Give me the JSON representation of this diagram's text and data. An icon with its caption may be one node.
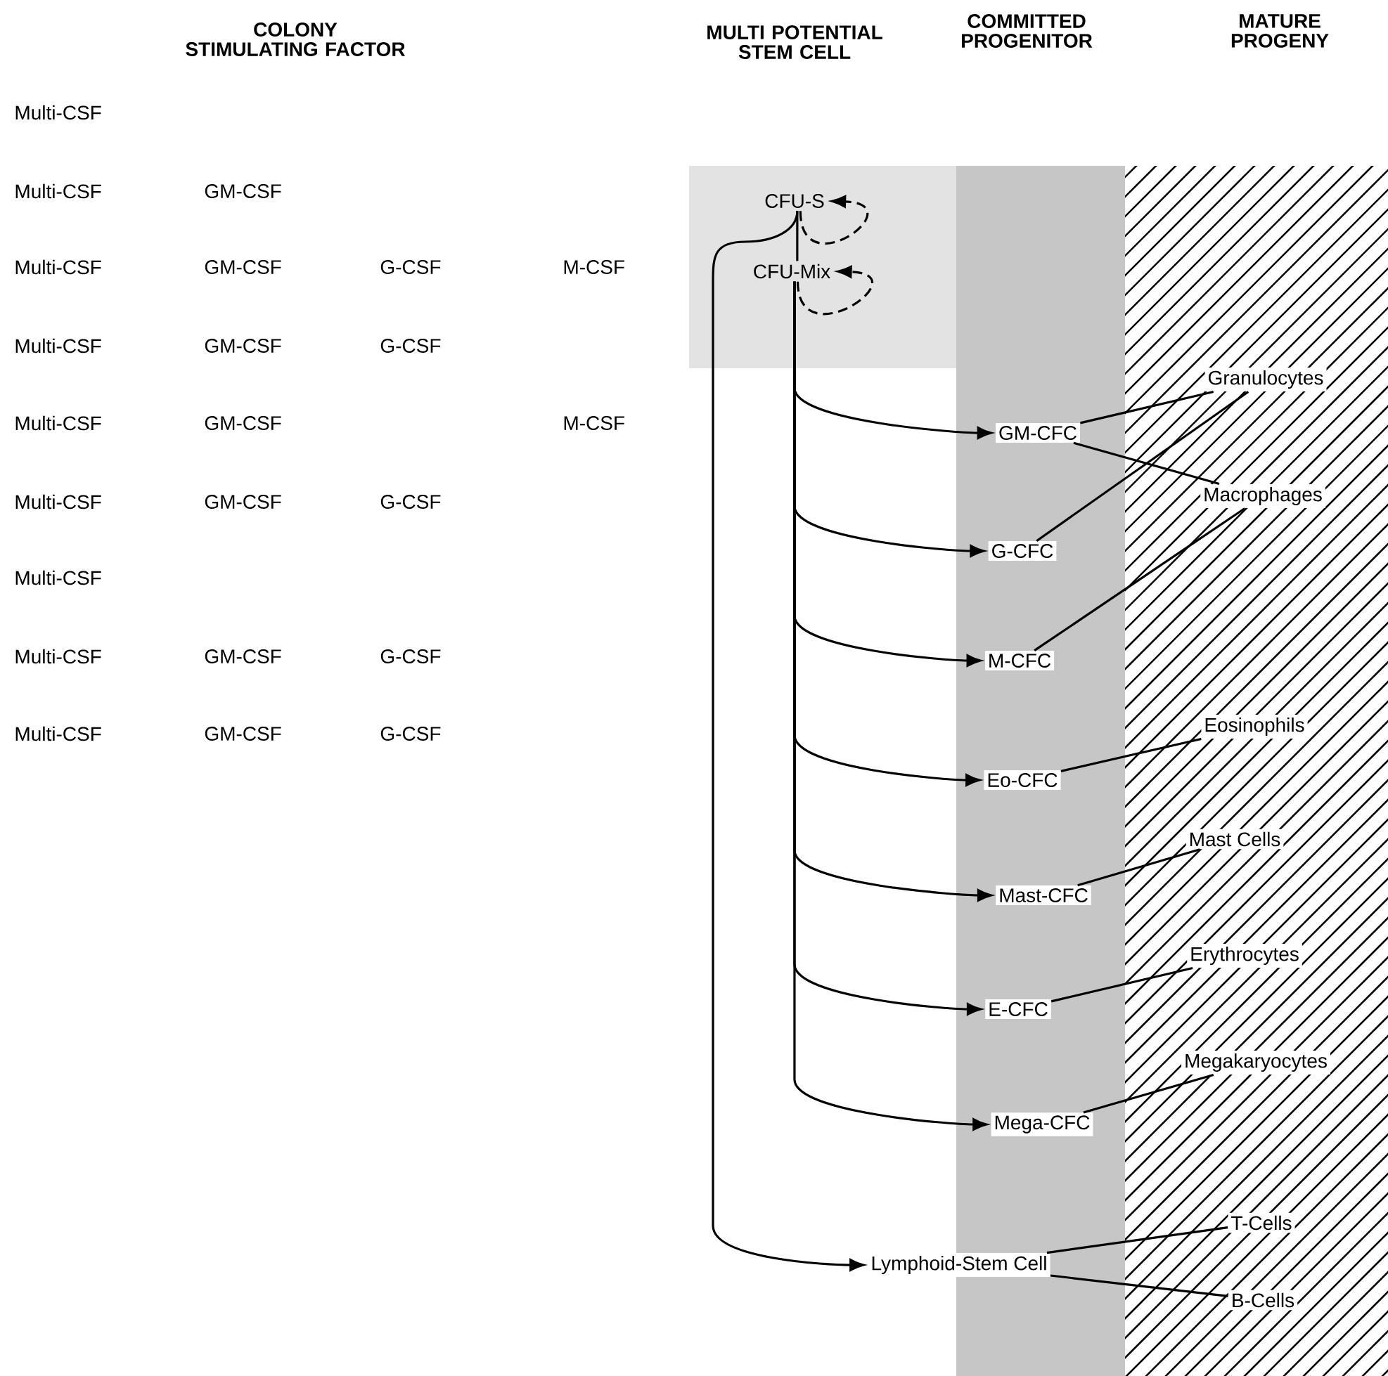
{
  "diagram": {
    "nodes": [
      {
        "text": [
          "CFU-S"
        ]
      },
      {
        "text": [
          "CFU-Mix"
        ]
      },
      {
        "text": [
          "GM-CFC"
        ]
      },
      {
        "text": [
          "G-CFC"
        ]
      },
      {
        "text": [
          "M-CFC"
        ]
      },
      {
        "text": [
          "Eo-CFC"
        ]
      },
      {
        "text": [
          "Mast-CFC"
        ]
      },
      {
        "text": [
          "E-CFC"
        ]
      },
      {
        "text": [
          "Mega-CFC"
        ]
      },
      {
        "text": [
          "Lymphoid-Stem Cell"
        ]
      },
      {
        "text": [
          "Granulocytes"
        ]
      },
      {
        "text": [
          "Macrophages"
        ]
      },
      {
        "text": [
          "Eosinophils"
        ]
      },
      {
        "text": [
          "Mast Cells"
        ]
      },
      {
        "text": [
          "Erythrocytes"
        ]
      },
      {
        "text": [
          "Megakaryocytes"
        ]
      },
      {
        "text": [
          "T-Cells"
        ]
      },
      {
        "text": [
          "B-Cells"
        ]
      }
    ],
    "edges": [
      {
        "from": 0,
        "to": 0,
        "arrow": "to",
        "style": "dashed"
      },
      {
        "from": 0,
        "to": 1,
        "arrow": "none"
      },
      {
        "from": 0,
        "to": 9,
        "arrow": "to"
      },
      {
        "from": 1,
        "to": 1,
        "arrow": "to",
        "style": "dashed"
      },
      {
        "from": 1,
        "to": 2,
        "arrow": "to"
      },
      {
        "from": 1,
        "to": 3,
        "arrow": "to"
      },
      {
        "from": 1,
        "to": 4,
        "arrow": "to"
      },
      {
        "from": 1,
        "to": 5,
        "arrow": "to"
      },
      {
        "from": 1,
        "to": 6,
        "arrow": "to"
      },
      {
        "from": 1,
        "to": 7,
        "arrow": "to"
      },
      {
        "from": 1,
        "to": 8,
        "arrow": "to"
      },
      {
        "from": 2,
        "to": 10,
        "arrow": "none"
      },
      {
        "from": 2,
        "to": 11,
        "arrow": "none"
      },
      {
        "from": 3,
        "to": 10,
        "arrow": "none"
      },
      {
        "from": 4,
        "to": 11,
        "arrow": "none"
      },
      {
        "from": 5,
        "to": 12,
        "arrow": "none"
      },
      {
        "from": 6,
        "to": 13,
        "arrow": "none"
      },
      {
        "from": 7,
        "to": 14,
        "arrow": "none"
      },
      {
        "from": 8,
        "to": 15,
        "arrow": "none"
      },
      {
        "from": 9,
        "to": 16,
        "arrow": "none"
      },
      {
        "from": 9,
        "to": 17,
        "arrow": "none"
      }
    ],
    "labels": [
      "COLONY STIMULATING FACTOR",
      "MULTI POTENTIAL STEM CELL",
      "COMMITTED PROGENITOR",
      "MATURE PROGENY",
      "Multi-CSF",
      "Multi-CSF",
      "GM-CSF",
      "Multi-CSF",
      "GM-CSF",
      "G-CSF",
      "M-CSF",
      "Multi-CSF",
      "GM-CSF",
      "G-CSF",
      "Multi-CSF",
      "GM-CSF",
      "M-CSF",
      "Multi-CSF",
      "GM-CSF",
      "G-CSF",
      "Multi-CSF",
      "Multi-CSF",
      "GM-CSF",
      "G-CSF",
      "Multi-CSF",
      "GM-CSF",
      "G-CSF"
    ]
  }
}
